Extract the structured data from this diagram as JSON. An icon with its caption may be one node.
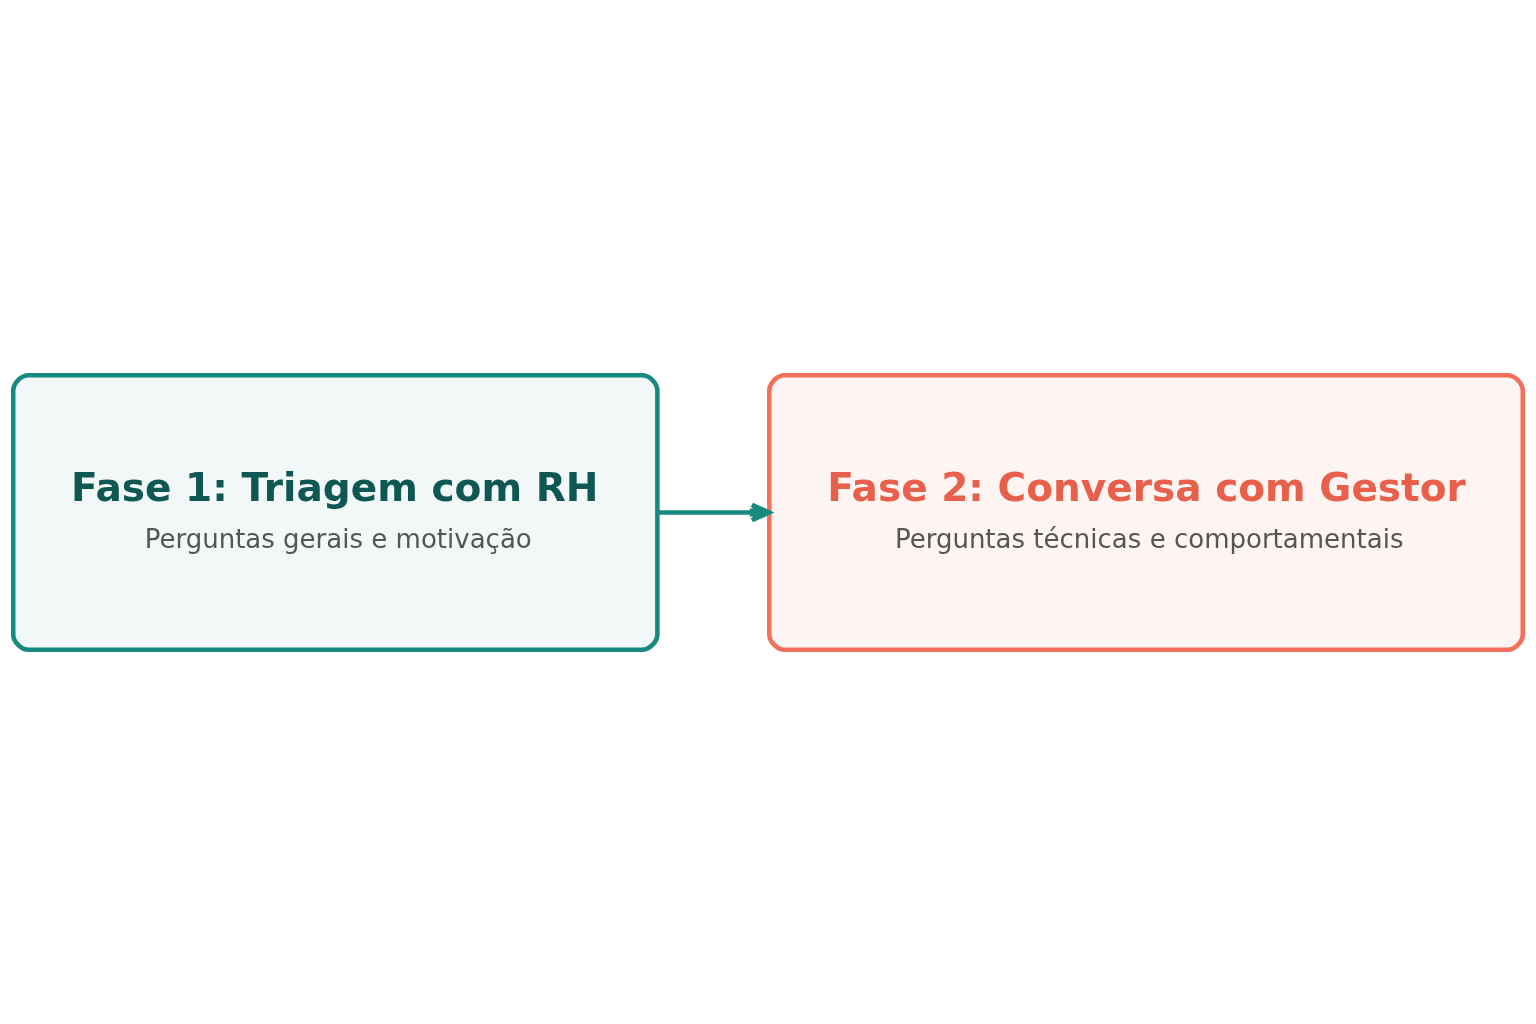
{
  "diagram": {
    "nodes": [
      {
        "text": [
          "Fase 1: Triagem com RH",
          "Perguntas gerais e motivação"
        ]
      },
      {
        "text": [
          "Fase 2: Conversa com Gestor",
          "Perguntas técnicas e comportamentais"
        ]
      }
    ],
    "edges": [
      {
        "from": 0,
        "to": 1,
        "arrow": "to"
      }
    ]
  }
}
